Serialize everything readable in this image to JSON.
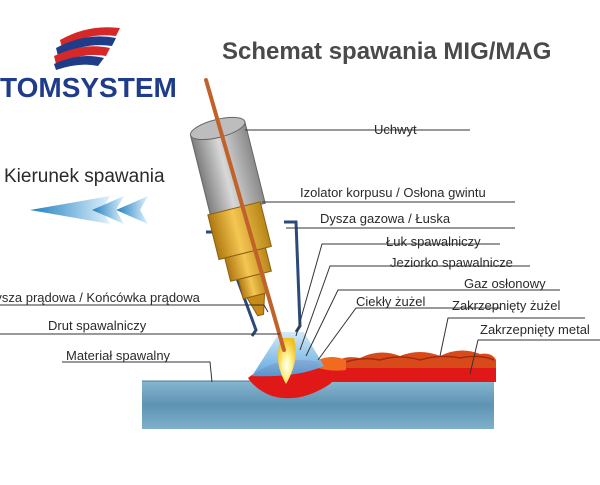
{
  "title": "Schemat spawania MIG/MAG",
  "brand": {
    "name": "TOMSYSTEM",
    "colors": {
      "blue": "#1f3c8a",
      "red": "#d62828"
    }
  },
  "direction": {
    "label": "Kierunek spawania",
    "arrow_color": "#3aa0d8"
  },
  "labels": {
    "holder": "Uchwyt",
    "insulator": "Izolator korpusu / Osłona gwintu",
    "gas_nozzle": "Dysza gazowa / Łuska",
    "arc": "Łuk spawalniczy",
    "weld_pool": "Jeziorko spawalnicze",
    "shielding_gas": "Gaz osłonowy",
    "liquid_slag": "Ciekły żużel",
    "solid_slag": "Zakrzepnięty żużel",
    "solid_metal": "Zakrzepnięty metal",
    "contact_tip": "Dysza prądowa / Końcówka prądowa",
    "wire": "Drut spawalniczy",
    "base_material": "Materiał spawalny"
  },
  "colors": {
    "plate": "#5a90b0",
    "brass": "#e0a020",
    "metal_gray": "#a9a9a9",
    "weld_red": "#e01818",
    "slag_orange": "#d94a1a",
    "gas_blue": "#6fb8e8"
  }
}
